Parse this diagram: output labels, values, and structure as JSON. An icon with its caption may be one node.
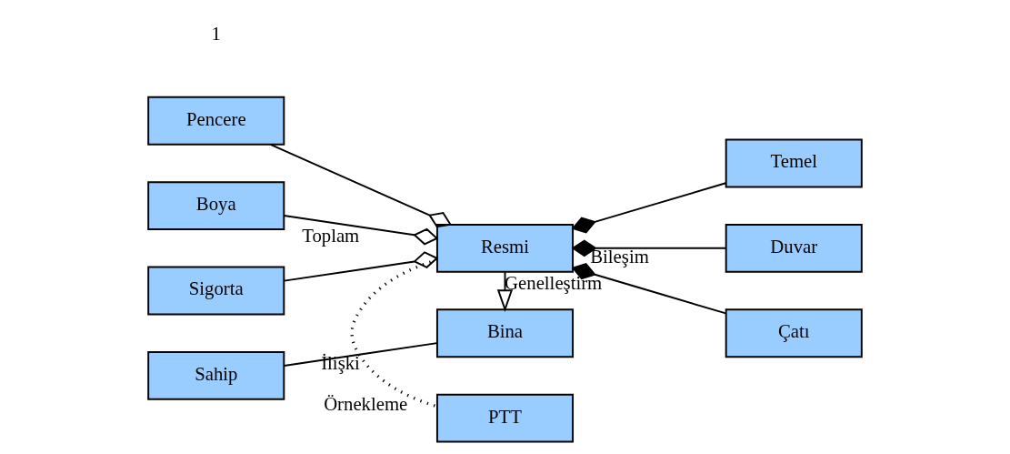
{
  "diagram": {
    "nodes": [
      {
        "text": [
          "Sahip"
        ]
      },
      {
        "text": [
          "Bina"
        ]
      },
      {
        "text": [
          "Pencere"
        ]
      },
      {
        "text": [
          "Boya"
        ]
      },
      {
        "text": [
          "Sigorta"
        ]
      },
      {
        "text": [
          "Resmi"
        ]
      },
      {
        "text": [
          "Temel"
        ]
      },
      {
        "text": [
          "Duvar"
        ]
      },
      {
        "text": [
          "Çatı"
        ]
      },
      {
        "text": [
          "PTT"
        ]
      }
    ],
    "edges": [
      {
        "from": 0,
        "to": 1,
        "arrow": "none",
        "label": "İlişki"
      },
      {
        "from": 5,
        "to": 1,
        "arrow": "to",
        "label": "Genelleştirm"
      },
      {
        "from": 2,
        "to": 5,
        "arrow": "other"
      },
      {
        "from": 3,
        "to": 5,
        "arrow": "other",
        "label": "Toplam"
      },
      {
        "from": 4,
        "to": 5,
        "arrow": "other"
      },
      {
        "from": 5,
        "to": 6,
        "arrow": "other"
      },
      {
        "from": 5,
        "to": 7,
        "arrow": "other",
        "label": "Bileşim"
      },
      {
        "from": 5,
        "to": 8,
        "arrow": "other"
      },
      {
        "from": 5,
        "to": 9,
        "arrow": "none",
        "style": "dashed",
        "label": "Örnekleme"
      }
    ],
    "labels": [
      "1"
    ]
  }
}
